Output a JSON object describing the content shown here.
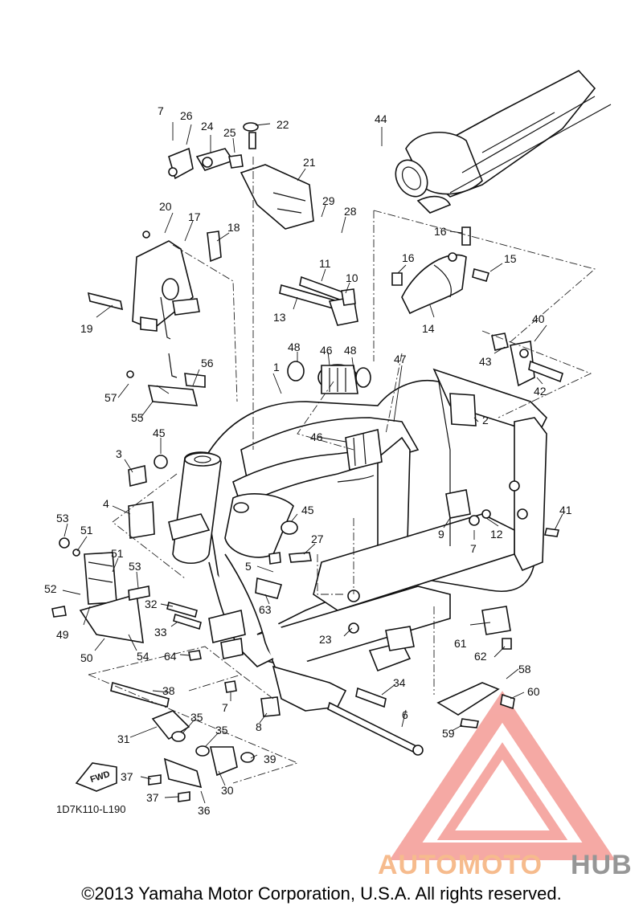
{
  "diagram": {
    "part_code": "1D7K110-L190",
    "fwd_label": "FWD",
    "copyright": "©2013 Yamaha Motor Corporation, U.S.A. All rights reserved.",
    "watermark": {
      "text_a": "AUTOMOTO",
      "text_b": "HUB",
      "color_a": "#f6b481",
      "color_b": "#8b8b8b",
      "logo_color": "#f4a09b"
    },
    "callouts": [
      "1",
      "2",
      "3",
      "4",
      "5",
      "6",
      "7",
      "8",
      "9",
      "10",
      "11",
      "12",
      "13",
      "14",
      "15",
      "16",
      "17",
      "18",
      "19",
      "20",
      "21",
      "22",
      "23",
      "24",
      "25",
      "26",
      "27",
      "28",
      "29",
      "30",
      "31",
      "32",
      "33",
      "34",
      "35",
      "36",
      "37",
      "38",
      "39",
      "40",
      "41",
      "42",
      "43",
      "44",
      "45",
      "46",
      "47",
      "48",
      "49",
      "50",
      "51",
      "52",
      "53",
      "54",
      "55",
      "56",
      "57",
      "58",
      "59",
      "60",
      "61",
      "62",
      "63",
      "64"
    ]
  }
}
